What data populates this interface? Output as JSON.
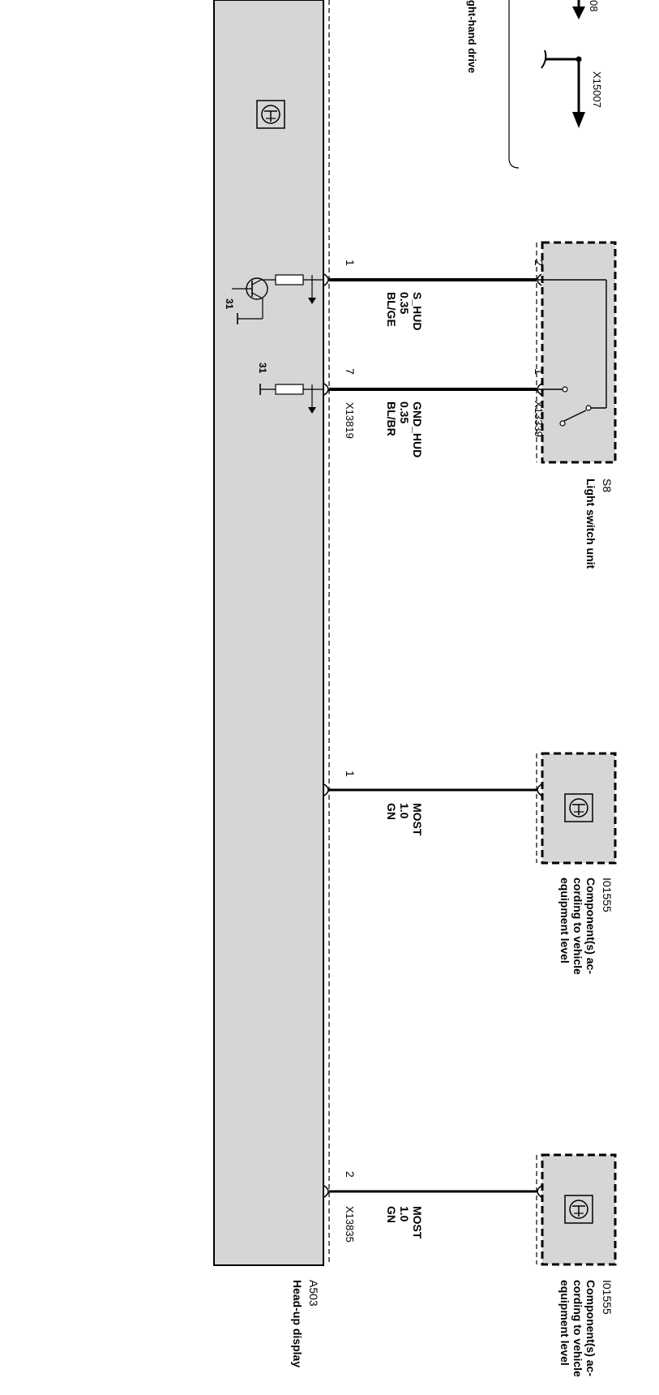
{
  "modules": {
    "main": {
      "id": "A503",
      "name": "Head-up display"
    },
    "light_switch": {
      "id": "S8",
      "name": "Light switch unit",
      "connector": "X13339"
    },
    "optional_1": {
      "id": "I01555",
      "name_lines": [
        "Component(s) ac-",
        "cording to vehicle",
        "equipment level"
      ]
    },
    "optional_2": {
      "id": "I01555",
      "name_lines": [
        "Component(s) ac-",
        "cording to vehicle",
        "equipment level"
      ]
    }
  },
  "top": {
    "note": "ght-hand drive",
    "connector": "X15007",
    "partial_label": "08"
  },
  "connectors": {
    "hud_a": "X13819",
    "hud_b": "X13835"
  },
  "wires": [
    {
      "signal": "S_HUD",
      "gauge": "0.35",
      "color": "BL/GE",
      "pin_hud": "1",
      "pin_remote": "2"
    },
    {
      "signal": "GND_HUD",
      "gauge": "0.35",
      "color": "BL/BR",
      "pin_hud": "7",
      "pin_remote": "1"
    },
    {
      "signal": "MOST",
      "gauge": "1.0",
      "color": "GN",
      "pin_hud": "1"
    },
    {
      "signal": "MOST",
      "gauge": "1.0",
      "color": "GN",
      "pin_hud": "2"
    }
  ],
  "ground_label": "31"
}
